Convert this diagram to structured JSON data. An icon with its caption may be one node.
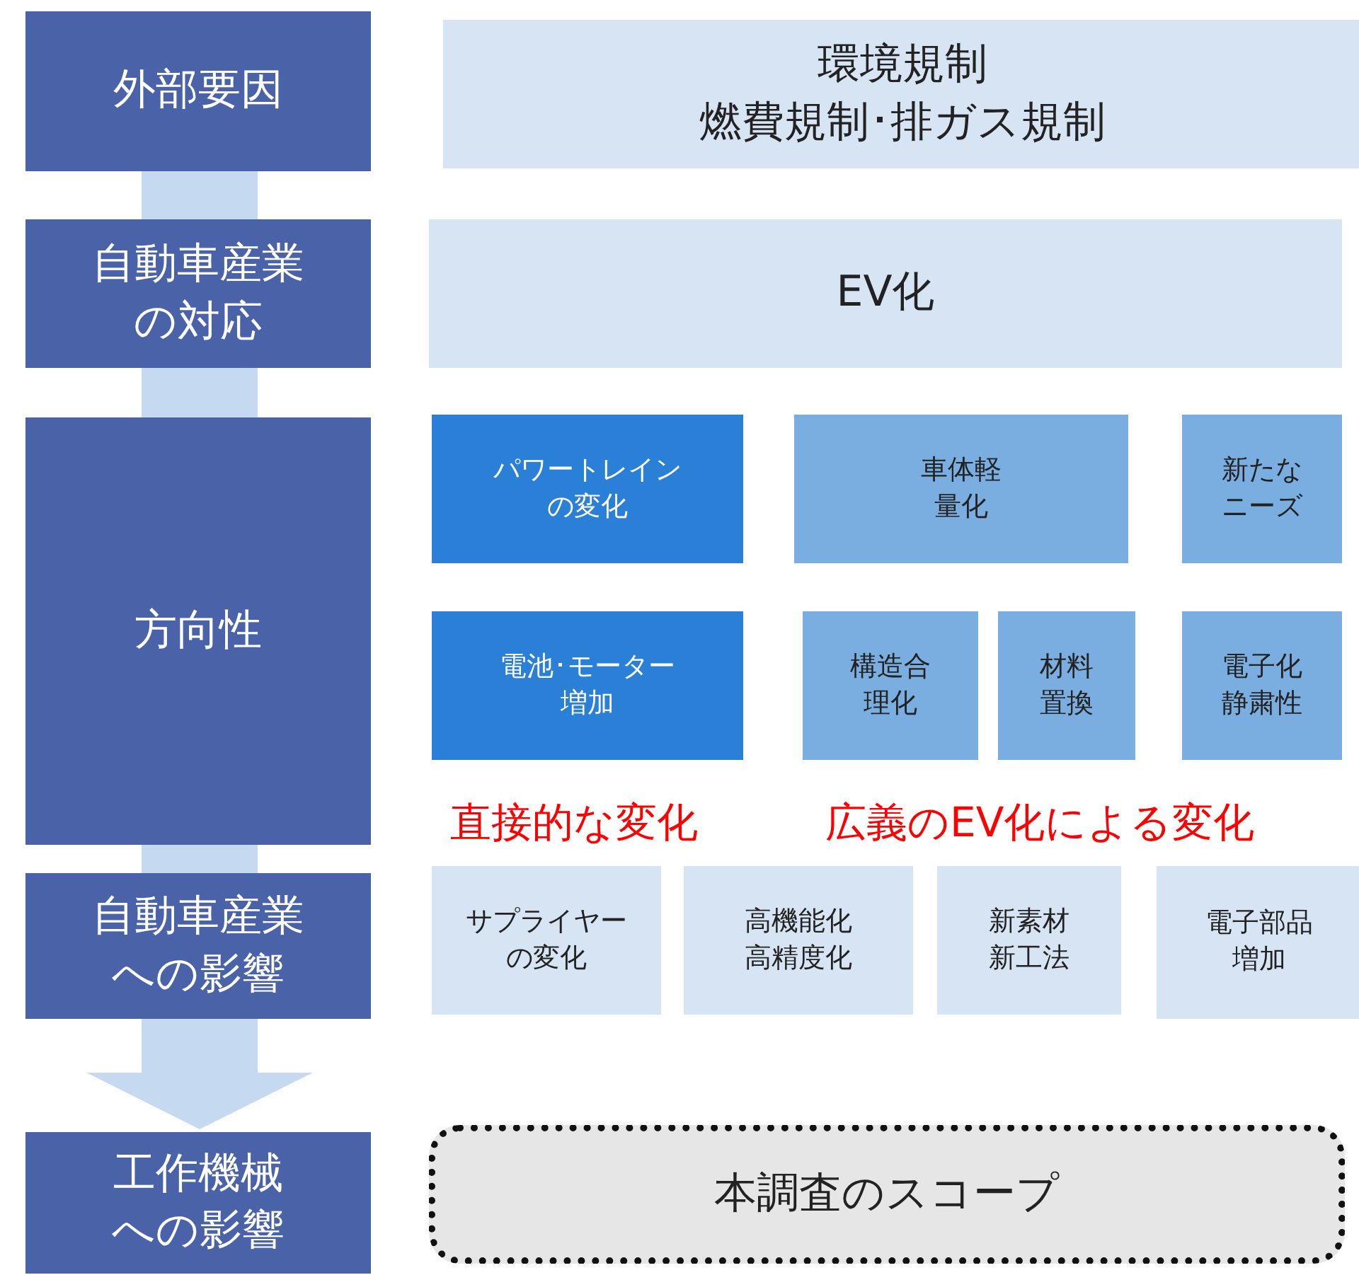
{
  "diagram": {
    "nodes": [
      {
        "text": [
          "外部要因"
        ]
      },
      {
        "text": [
          "自動車産業の対応"
        ]
      },
      {
        "text": [
          "方向性"
        ]
      },
      {
        "text": [
          "自動車産業への影響"
        ]
      },
      {
        "text": [
          "工作機械への影響"
        ]
      },
      {
        "text": [
          "環境規制",
          "燃費規制･排ガス規制"
        ]
      },
      {
        "text": [
          "EV化"
        ]
      },
      {
        "text": [
          "パワートレインの変化"
        ]
      },
      {
        "text": [
          "車体軽量化"
        ]
      },
      {
        "text": [
          "新たなニーズ"
        ]
      },
      {
        "text": [
          "電池･モーター増加"
        ]
      },
      {
        "text": [
          "構造合理化"
        ]
      },
      {
        "text": [
          "材料置換"
        ]
      },
      {
        "text": [
          "電子化静粛性"
        ]
      },
      {
        "text": [
          "サプライヤーの変化"
        ]
      },
      {
        "text": [
          "高機能化高精度化"
        ]
      },
      {
        "text": [
          "新素材新工法"
        ]
      },
      {
        "text": [
          "電子部品増加"
        ]
      },
      {
        "text": [
          "本調査のスコープ"
        ]
      }
    ],
    "edges": [
      {
        "from": 0,
        "to": 1,
        "arrow": "none"
      },
      {
        "from": 1,
        "to": 2,
        "arrow": "none"
      },
      {
        "from": 2,
        "to": 3,
        "arrow": "none"
      },
      {
        "from": 3,
        "to": 4,
        "arrow": "to"
      }
    ],
    "labels": [
      "直接的な変化",
      "広義のEV化による変化"
    ]
  }
}
